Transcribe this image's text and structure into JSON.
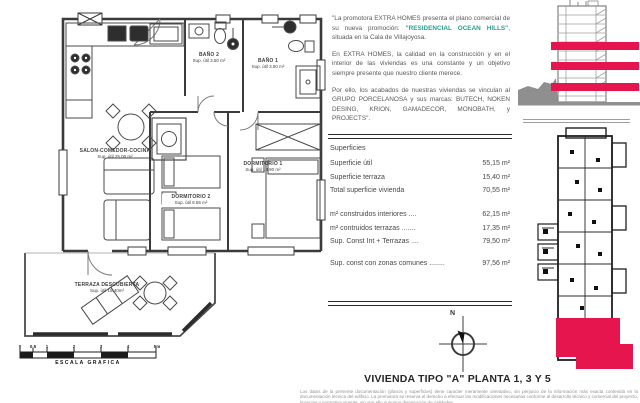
{
  "title": "VIVIENDA TIPO \"A\" PLANTA 1, 3 Y 5",
  "promo": {
    "p1_before": "\"La promotora EXTRA HOMES  presenta el plano comercial de su nueva promoción: ",
    "p1_highlight": "\"RESIDENCIAL  OCEAN  HILLS\"",
    "p1_after": ", situada en la Cala de Villajoyosa.",
    "p2": "En EXTRA HOMES, la calidad en la construcción y en el interior de las viviendas es una constante y un objetivo siempre presente que nuestro cliente merece.",
    "p3": "Por ello, los acabados de nuestras viviendas se vinculan al GRUPO PORCELANOSA y sus marcas: BUTECH, NOKEN DESING, KRION, GAMADECOR, MONOBATH, y PROJECTS\"."
  },
  "surfaces": {
    "header": "Superficies",
    "rows": [
      {
        "label": "Superficie útil",
        "value": "55,15 m²"
      },
      {
        "label": "Superficie terraza",
        "value": "15,40 m²"
      },
      {
        "label": "Total superficie vivienda",
        "value": "70,55 m²"
      },
      {
        "label": "m² construidos interiores ....",
        "value": "62,15 m²"
      },
      {
        "label": "m² contruidos terrazas .......",
        "value": "17,35 m²"
      },
      {
        "label": "Sup. Const Int + Terrazas ....",
        "value": "79,50 m²"
      },
      {
        "label": "Sup. const con zonas comunes ........",
        "value": "97,56 m²"
      }
    ]
  },
  "floorplan": {
    "rooms": {
      "salon": {
        "name": "SALON-COMEDOR-COCINA",
        "area": "Sup. útil 25.00 m²"
      },
      "bano2": {
        "name": "BAÑO 2",
        "area": "Sup. útil 3.50 m²"
      },
      "bano1": {
        "name": "BAÑO 1",
        "area": "Sup. útil 3.50 m²"
      },
      "dorm1": {
        "name": "DORMITORIO 1",
        "area": "Sup. útil 13.90 m²"
      },
      "dorm2": {
        "name": "DORMITORIO 2",
        "area": "Sup. útil 9.55 m²"
      },
      "terraza": {
        "name": "TERRAZA DESCUBIERTA",
        "area": "Sup. útil 15.40m²"
      }
    },
    "scale": {
      "ticks": [
        "0",
        "0,5",
        "1",
        "2",
        "3",
        "4",
        "5m"
      ],
      "label": "ESCALA GRAFICA"
    },
    "compass_label": "N"
  },
  "disclaimer": {
    "line1": "Los datos de la presente documentación (planos y superficies) tiene caracter meramente orientativo, sin perjuicio de la información más exacta contenida en la documentación técnica del edificio.",
    "line2": "La promotora se reserva el derecho a efectuar las modificaciones necesarias conforme al desarrollo técnico y comercial del proyecto, licencias y normativa vigente, sin que ello suponga disminución de calidades."
  },
  "colors": {
    "accent_red": "#e6154d",
    "highlight_teal": "#2aa08f",
    "plan_line": "#3b3b3b",
    "elevation_gray": "#8f8f8f"
  }
}
